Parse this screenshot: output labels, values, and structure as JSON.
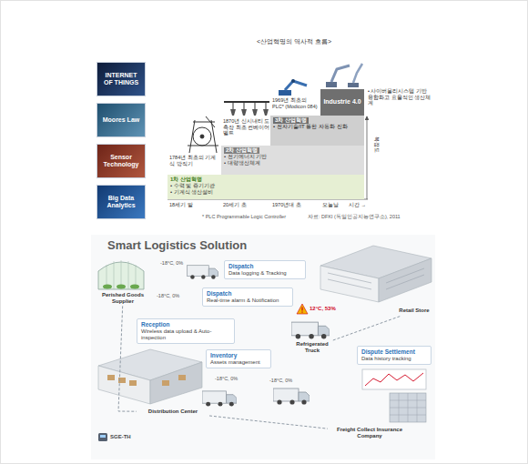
{
  "diagram": {
    "title": "<산업혁명의 역사적 흐름>",
    "nodes": [
      {
        "text": [
          "INTERNET OF THINGS"
        ]
      },
      {
        "text": [
          "Moores Law"
        ]
      },
      {
        "text": [
          "Sensor Technology"
        ]
      },
      {
        "text": [
          "Big Data Analytics"
        ]
      },
      {
        "text": [
          "1차 산업혁명",
          "• 수력 및 증기기관",
          "• 기계식 생산설비"
        ]
      },
      {
        "text": [
          "2차 산업혁명",
          "• 전기에너지 기반",
          "• 대량생산체계"
        ]
      },
      {
        "text": [
          "3차 산업혁명",
          "• 전자기술/IT 통한 자동화 진화"
        ]
      },
      {
        "text": [
          "Industrie 4.0"
        ]
      },
      {
        "text": [
          "Perished Goods Supplier"
        ]
      },
      {
        "text": [
          "Dispatch",
          "Data logging & Tracking"
        ]
      },
      {
        "text": [
          "Retail Store"
        ]
      },
      {
        "text": [
          "Dispatch",
          "Real-time alarm & Notification"
        ]
      },
      {
        "text": [
          "Refrigerated Truck"
        ]
      },
      {
        "text": [
          "Reception",
          "Wireless data upload & Auto-inspection"
        ]
      },
      {
        "text": [
          "Dispute Settlement",
          "Data history tracking"
        ]
      },
      {
        "text": [
          "Inventory",
          "Assets management"
        ]
      },
      {
        "text": [
          "Distribution Center"
        ]
      },
      {
        "text": [
          "Freight Collect Insurance Company"
        ]
      }
    ],
    "edges": [
      {
        "from": 8,
        "to": 16,
        "arrow": "none"
      },
      {
        "from": 16,
        "to": 17,
        "arrow": "none"
      },
      {
        "from": 12,
        "to": 10,
        "arrow": "none"
      }
    ],
    "labels": [
      "1784년 최초의 기계식 방직기",
      "1870년 신시내티 도축장 최초 컨베이어 벨트",
      "1969년 최초의 PLC* (Modicon 084)",
      "• 사이버물리시스템 기반 융합화고 효율적인 생산체계",
      "복잡도",
      "18세기 말",
      "20세기 초",
      "1970년대 초",
      "오늘날",
      "시간 →",
      "* PLC Programmable Logic Controller",
      "자료: DFKI (독일인공지능연구소), 2011",
      "Smart Logistics Solution",
      "-18°C, 0%",
      "-18°C, 0%",
      "-18°C, 0%",
      "12°C, 53%",
      "-18°C, 0%",
      "SGE-TH"
    ]
  }
}
